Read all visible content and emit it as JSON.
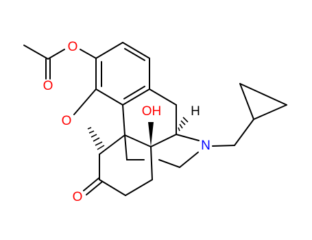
{
  "diagram": {
    "type": "structural-formula",
    "atoms": {
      "ester_oxygen": {
        "symbol": "O",
        "color": "#ff0000"
      },
      "carbonyl_oxygen_acetyl": {
        "symbol": "O",
        "color": "#ff0000"
      },
      "ether_oxygen": {
        "symbol": "O",
        "color": "#ff0000"
      },
      "hydroxyl": {
        "symbol": "OH",
        "color": "#ff0000"
      },
      "ketone_oxygen": {
        "symbol": "O",
        "color": "#ff0000"
      },
      "nitrogen": {
        "symbol": "N",
        "color": "#0000ff"
      },
      "stereo_hydrogen": {
        "symbol": "H",
        "color": "#000000"
      }
    },
    "bond_color": "#000000"
  }
}
